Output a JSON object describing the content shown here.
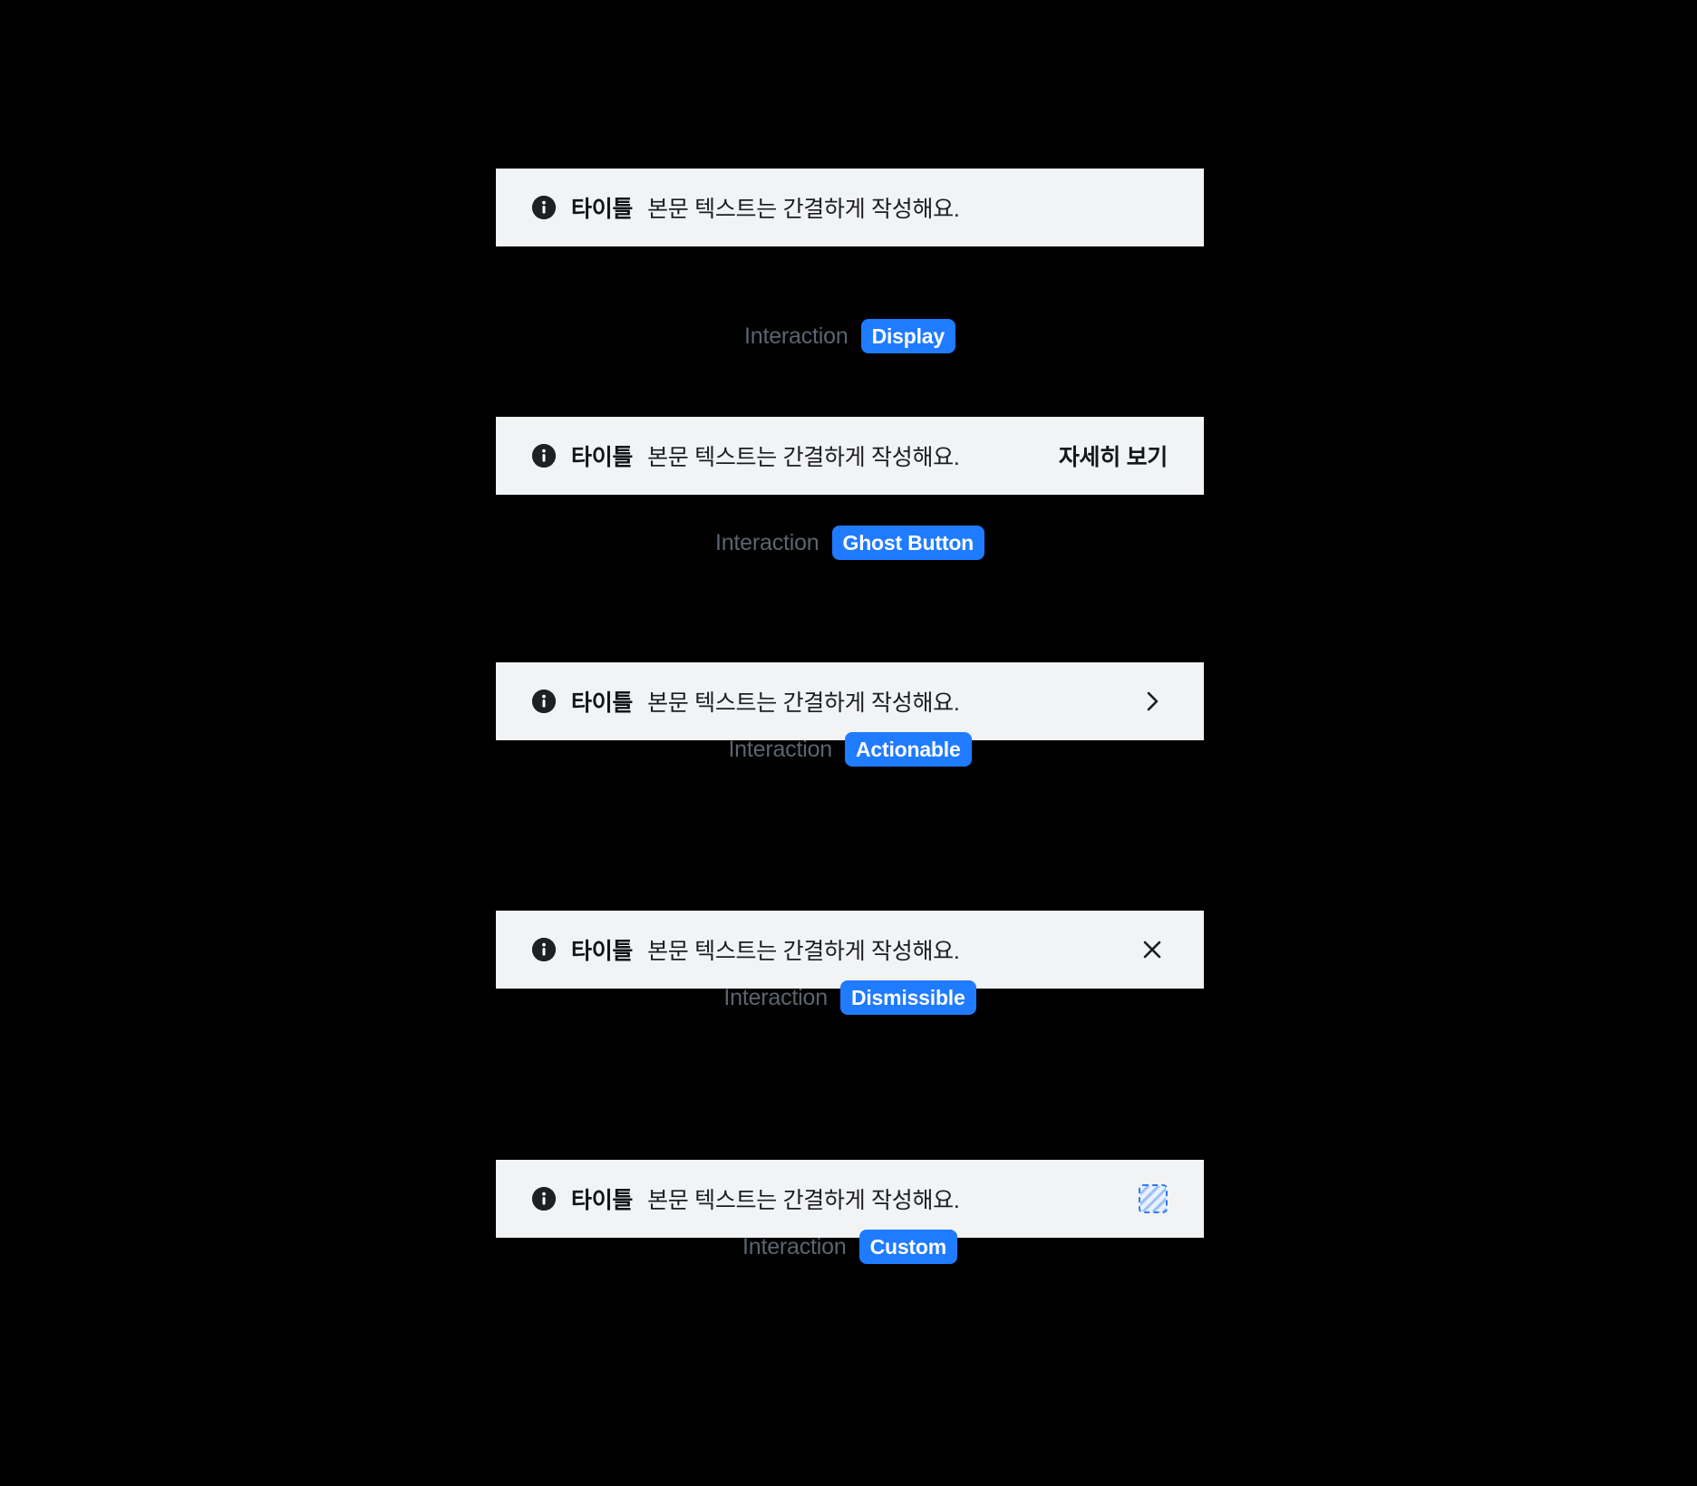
{
  "page": {
    "background_color": "#000000",
    "banner_background_color": "#f2f3f5",
    "accent_color": "#1f7bff",
    "icon_color": "#1f2024",
    "caption_label_color": "#5b6470"
  },
  "common": {
    "interaction_label": "Interaction",
    "info_icon": "info-circle-icon",
    "title": "타이틀",
    "body": "본문 텍스트는 간결하게 작성해요."
  },
  "variants": [
    {
      "id": "display",
      "title": "타이틀",
      "body": "본문 텍스트는 간결하게 작성해요.",
      "interaction_label": "Interaction",
      "badge": "Display",
      "trailing_type": "none",
      "trailing_label": ""
    },
    {
      "id": "ghost-button",
      "title": "타이틀",
      "body": "본문 텍스트는 간결하게 작성해요.",
      "interaction_label": "Interaction",
      "badge": "Ghost Button",
      "trailing_type": "ghost-button",
      "trailing_label": "자세히 보기"
    },
    {
      "id": "actionable",
      "title": "타이틀",
      "body": "본문 텍스트는 간결하게 작성해요.",
      "interaction_label": "Interaction",
      "badge": "Actionable",
      "trailing_type": "chevron-right-icon",
      "trailing_label": ""
    },
    {
      "id": "dismissible",
      "title": "타이틀",
      "body": "본문 텍스트는 간결하게 작성해요.",
      "interaction_label": "Interaction",
      "badge": "Dismissible",
      "trailing_type": "close-icon",
      "trailing_label": ""
    },
    {
      "id": "custom",
      "title": "타이틀",
      "body": "본문 텍스트는 간결하게 작성해요.",
      "interaction_label": "Interaction",
      "badge": "Custom",
      "trailing_type": "custom-slot",
      "trailing_label": ""
    }
  ]
}
